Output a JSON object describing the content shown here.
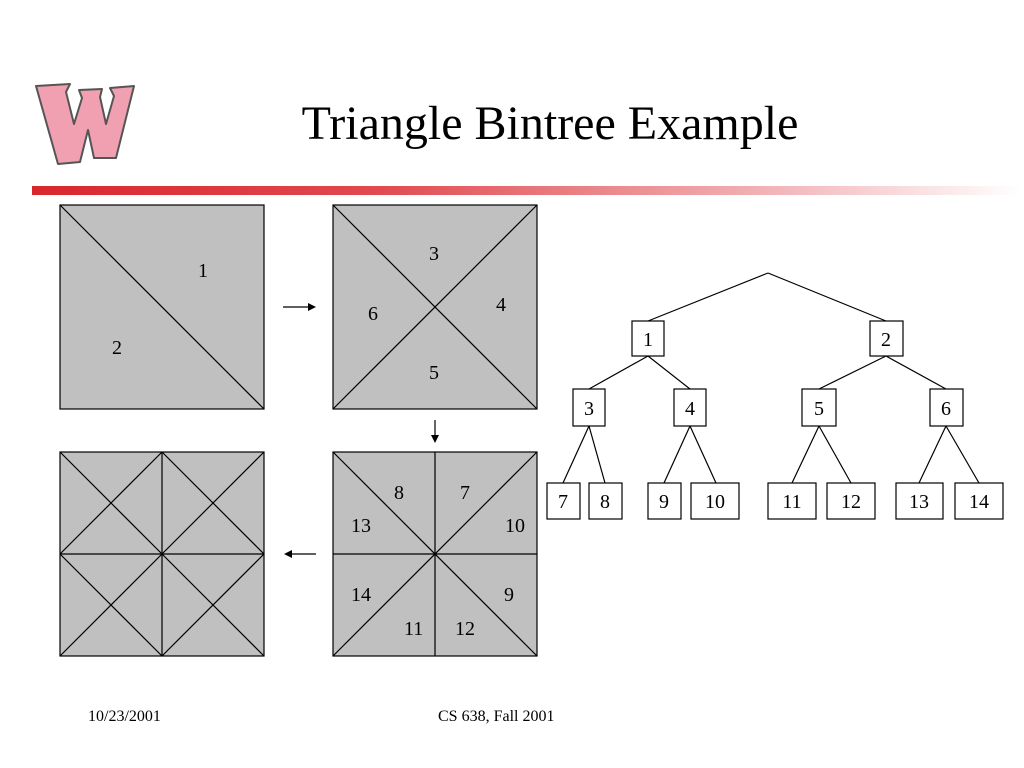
{
  "slide": {
    "title": "Triangle Bintree Example",
    "date": "10/23/2001",
    "course": "CS 638, Fall 2001"
  },
  "logo": {
    "icon": "motion-w-logo",
    "letter": "W"
  },
  "colors": {
    "accent_rule": "#d9262d",
    "panel_fill": "#c0c0c0",
    "logo_fill": "#f0a0b0"
  },
  "panels": {
    "level1": [
      "1",
      "2"
    ],
    "level2": [
      "3",
      "4",
      "5",
      "6"
    ],
    "level3": [
      "7",
      "8",
      "9",
      "10",
      "11",
      "12",
      "13",
      "14"
    ]
  },
  "tree": {
    "level1": [
      "1",
      "2"
    ],
    "level2": [
      "3",
      "4",
      "5",
      "6"
    ],
    "level3": [
      "7",
      "8",
      "9",
      "10",
      "11",
      "12",
      "13",
      "14"
    ]
  }
}
